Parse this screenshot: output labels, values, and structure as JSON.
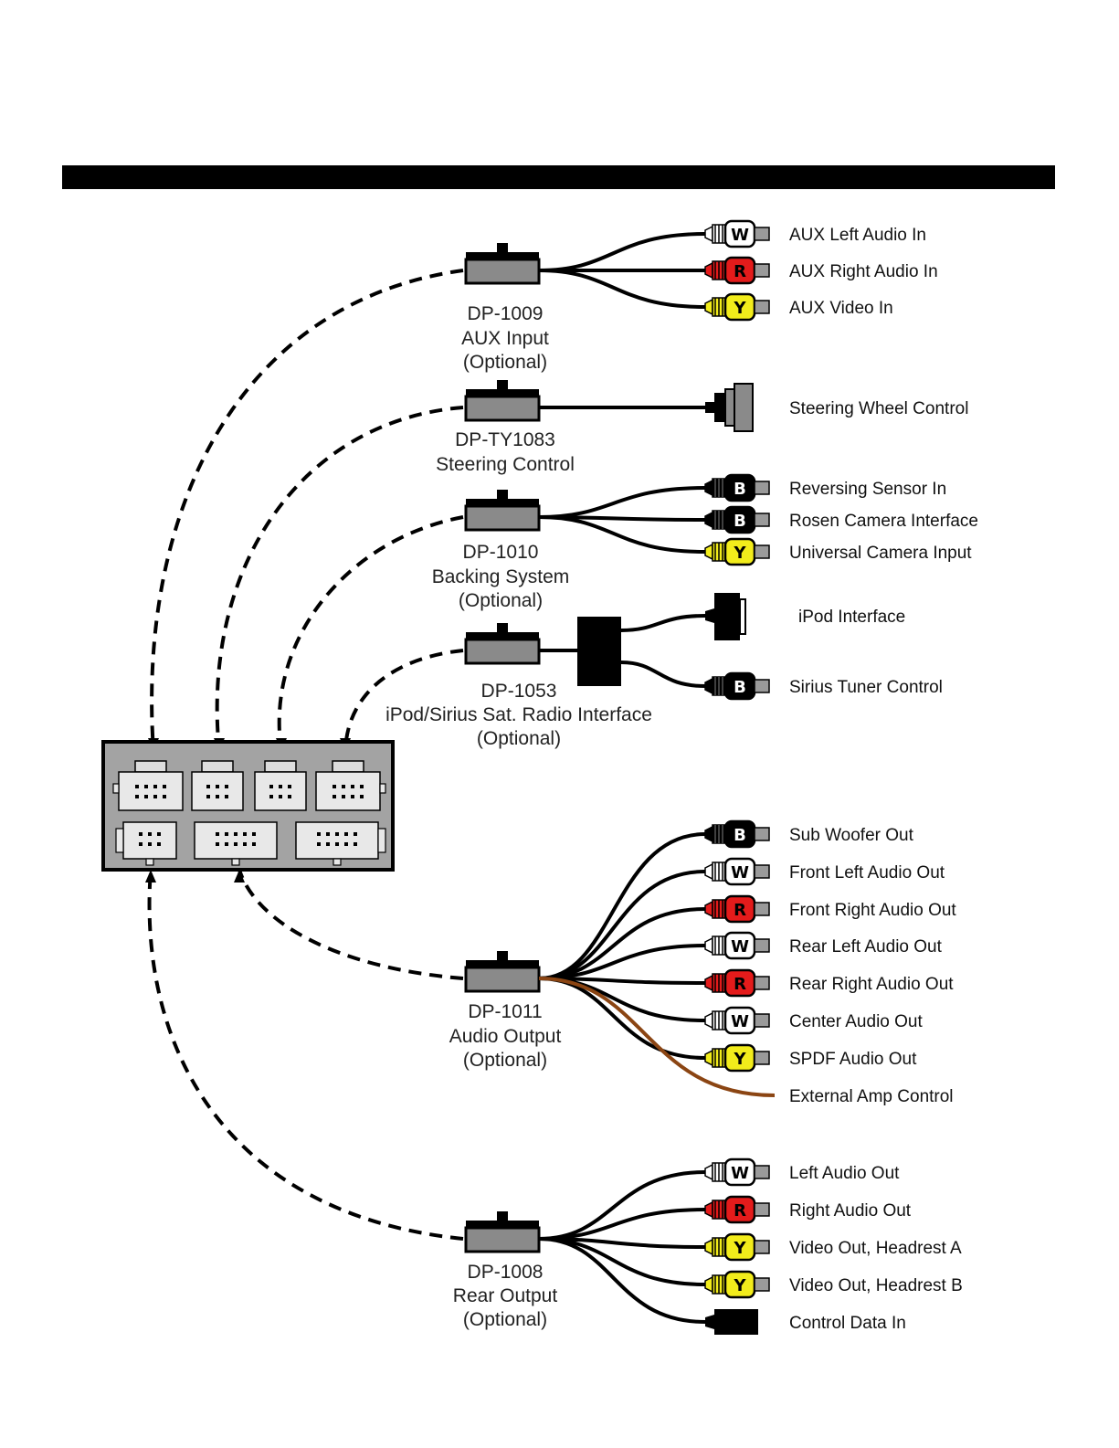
{
  "header_bar": {
    "color": "#000000"
  },
  "colors": {
    "W": "#ffffff",
    "R": "#e41b1b",
    "Y": "#f2ec1b",
    "B": "#000000",
    "module": "#8a8a8a",
    "amp_wire": "#8b4513"
  },
  "modules": [
    {
      "id": "dp-1009",
      "lines": [
        "DP-1009",
        "AUX Input",
        "(Optional)"
      ],
      "cables": [
        {
          "type": "rca",
          "color": "W",
          "letter": "W",
          "label": "AUX Left Audio In"
        },
        {
          "type": "rca",
          "color": "R",
          "letter": "R",
          "label": "AUX Right Audio In"
        },
        {
          "type": "rca",
          "color": "Y",
          "letter": "Y",
          "label": "AUX Video In"
        }
      ]
    },
    {
      "id": "dp-ty1083",
      "lines": [
        "DP-TY1083",
        "Steering Control"
      ],
      "cables": [
        {
          "type": "connector",
          "label": "Steering Wheel  Control"
        }
      ]
    },
    {
      "id": "dp-1010",
      "lines": [
        "DP-1010",
        "Backing System",
        "(Optional)"
      ],
      "cables": [
        {
          "type": "rca",
          "color": "B",
          "letter": "B",
          "label": "Reversing Sensor In"
        },
        {
          "type": "rca",
          "color": "B",
          "letter": "B",
          "label": "Rosen Camera  Interface"
        },
        {
          "type": "rca",
          "color": "Y",
          "letter": "Y",
          "label": "Universal Camera  Input"
        }
      ]
    },
    {
      "id": "dp-1053",
      "lines": [
        "DP-1053",
        "iPod/Sirius Sat. Radio Interface",
        "(Optional)"
      ],
      "cables": [
        {
          "type": "ipod",
          "label": "iPod Interface"
        },
        {
          "type": "rca",
          "color": "B",
          "letter": "B",
          "label": "Sirius Tuner  Control"
        }
      ]
    },
    {
      "id": "dp-1011",
      "lines": [
        "DP-1011",
        "Audio Output",
        "(Optional)"
      ],
      "cables": [
        {
          "type": "rca",
          "color": "B",
          "letter": "B",
          "label": "Sub Woofer Out"
        },
        {
          "type": "rca",
          "color": "W",
          "letter": "W",
          "label": "Front Left Audio Out"
        },
        {
          "type": "rca",
          "color": "R",
          "letter": "R",
          "label": "Front Right Audio Out"
        },
        {
          "type": "rca",
          "color": "W",
          "letter": "W",
          "label": "Rear Left Audio Out"
        },
        {
          "type": "rca",
          "color": "R",
          "letter": "R",
          "label": "Rear Right Audio Out"
        },
        {
          "type": "rca",
          "color": "W",
          "letter": "W",
          "label": "Center Audio Out"
        },
        {
          "type": "rca",
          "color": "Y",
          "letter": "Y",
          "label": "SPDF Audio Out"
        },
        {
          "type": "wire",
          "label": "External Amp Control"
        }
      ]
    },
    {
      "id": "dp-1008",
      "lines": [
        "DP-1008",
        "Rear Output",
        "(Optional)"
      ],
      "cables": [
        {
          "type": "rca",
          "color": "W",
          "letter": "W",
          "label": "Left Audio Out"
        },
        {
          "type": "rca",
          "color": "R",
          "letter": "R",
          "label": "Right Audio Out"
        },
        {
          "type": "rca",
          "color": "Y",
          "letter": "Y",
          "label": "Video Out, Headrest A"
        },
        {
          "type": "rca",
          "color": "Y",
          "letter": "Y",
          "label": "Video Out, Headrest B"
        },
        {
          "type": "block",
          "label": "Control Data In"
        }
      ]
    }
  ]
}
